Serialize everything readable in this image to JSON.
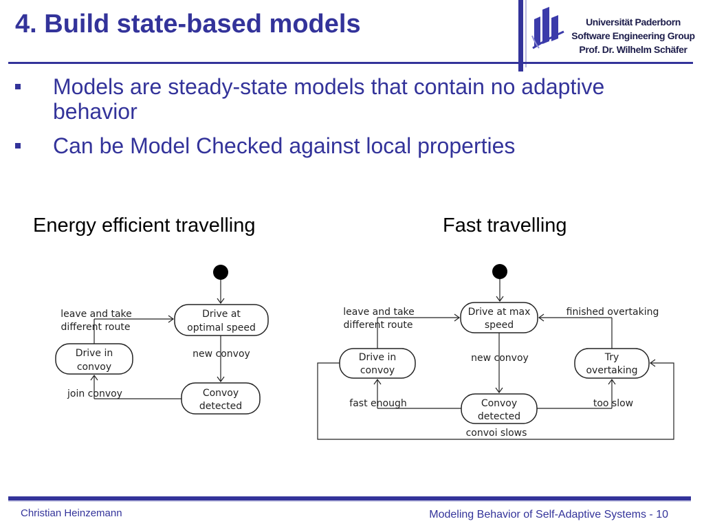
{
  "slide": {
    "title": "4. Build state-based models",
    "institution": {
      "line1": "Universität Paderborn",
      "line2": "Software Engineering Group",
      "line3": "Prof. Dr. Wilhelm Schäfer"
    },
    "bullets": [
      "Models are steady-state models that contain no adaptive behavior",
      "Can be Model Checked against local properties"
    ],
    "footer": {
      "author": "Christian Heinzemann",
      "course_page": "Modeling Behavior of Self-Adaptive Systems - 10"
    },
    "colors": {
      "primary": "#33339a",
      "logo": "#3b3baa"
    }
  },
  "diagrams": {
    "left": {
      "caption": "Energy efficient travelling",
      "states": {
        "drive_optimal": [
          "Drive at",
          "optimal speed"
        ],
        "drive_convoy": [
          "Drive in",
          "convoy"
        ],
        "convoy_detected": [
          "Convoy",
          "detected"
        ]
      },
      "transitions": {
        "leave": [
          "leave and take",
          "different route"
        ],
        "new_convoy": "new convoy",
        "join_convoy": "join convoy"
      }
    },
    "right": {
      "caption": "Fast travelling",
      "states": {
        "drive_max": [
          "Drive at max",
          "speed"
        ],
        "drive_convoy": [
          "Drive in",
          "convoy"
        ],
        "convoy_detected": [
          "Convoy",
          "detected"
        ],
        "try_overtaking": [
          "Try",
          "overtaking"
        ]
      },
      "transitions": {
        "leave": [
          "leave and take",
          "different route"
        ],
        "finished_overtaking": "finished overtaking",
        "new_convoy": "new convoy",
        "fast_enough": "fast enough",
        "too_slow": "too slow",
        "convoi_slows": "convoi slows"
      }
    }
  }
}
